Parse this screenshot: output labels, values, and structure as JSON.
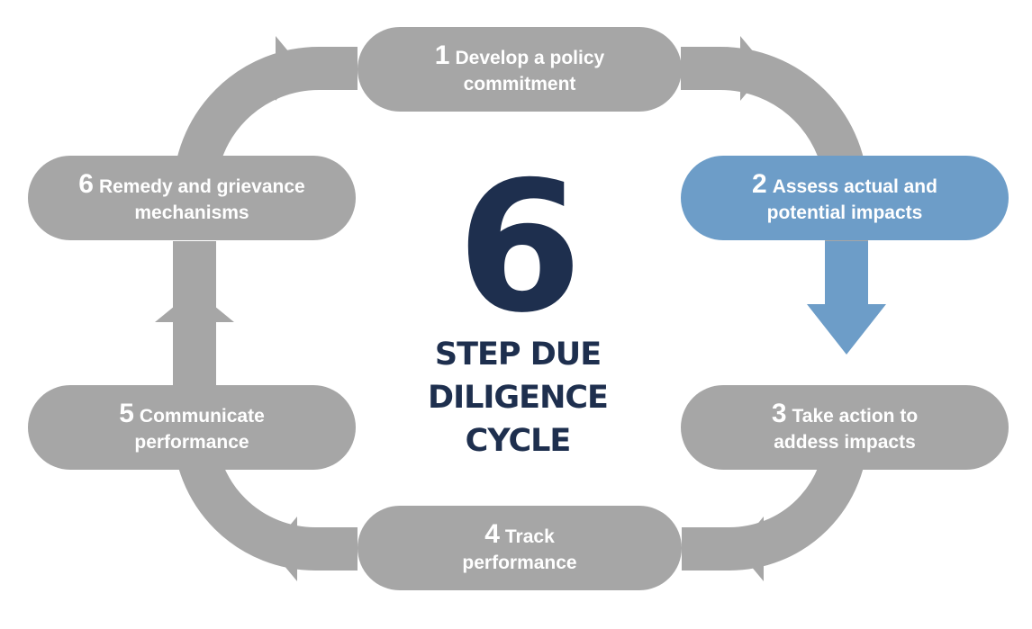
{
  "colors": {
    "ring": "#a6a6a6",
    "highlight": "#6d9dc8",
    "navy": "#1e2f4e",
    "text": "#ffffff"
  },
  "center": {
    "number": "6",
    "title_lines": [
      "STEP DUE",
      "DILIGENCE",
      "CYCLE"
    ]
  },
  "steps": [
    {
      "number": "1",
      "lines": [
        "Develop a policy",
        "commitment"
      ],
      "highlighted": false
    },
    {
      "number": "2",
      "lines": [
        "Assess actual and",
        "potential impacts"
      ],
      "highlighted": true
    },
    {
      "number": "3",
      "lines": [
        "Take action to",
        "addess impacts"
      ],
      "highlighted": false
    },
    {
      "number": "4",
      "lines": [
        "Track",
        "performance"
      ],
      "highlighted": false
    },
    {
      "number": "5",
      "lines": [
        "Communicate",
        "performance"
      ],
      "highlighted": false
    },
    {
      "number": "6",
      "lines": [
        "Remedy and grievance",
        "mechanisms"
      ],
      "highlighted": false
    }
  ]
}
